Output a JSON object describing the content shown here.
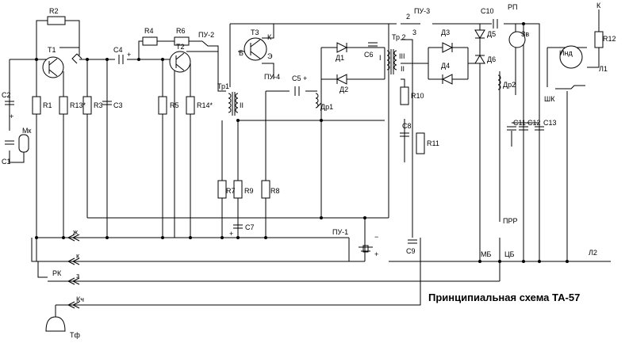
{
  "caption": "Принципиальная схема ТА-57",
  "labels": {
    "R2": "R2",
    "T1": "T1",
    "C2": "C2",
    "R1": "R1",
    "R13": "R13*",
    "R3": "R3",
    "C3": "C3",
    "Mk": "Мк",
    "C1": "C1",
    "C4": "C4",
    "R4": "R4",
    "R6": "R6",
    "T2": "T2",
    "R5": "R5",
    "R14": "R14*",
    "PU2": "ПУ-2",
    "Tr1": "Тр1",
    "Tr1_II": "II",
    "T3": "T3",
    "K": "К",
    "B": "Б",
    "E": "Э",
    "D1": "Д1",
    "D2": "Д2",
    "C6": "C6",
    "PU4": "ПУ-4",
    "C5": "C5",
    "Dr1": "Др1",
    "Tr2": "Тр 2",
    "Tr2_I": "I",
    "Tr2_II": "II",
    "Tr2_III": "III",
    "PU3": "ПУ-3",
    "n2": "2",
    "n3": "3",
    "R10": "R10",
    "C8": "C8",
    "R11": "R11",
    "D3": "Д3",
    "D4": "Д4",
    "C10": "C10",
    "D5": "Д5",
    "D6": "Д6",
    "RP": "РП",
    "Zv": "Зв",
    "Dr2": "Др2",
    "C11": "C11",
    "C12": "C12",
    "C13": "C13",
    "Ind": "Инд",
    "ShK": "ШК",
    "K_top": "К",
    "R12": "R12",
    "L1": "Л1",
    "L2": "Л2",
    "R7": "R7",
    "R9": "R9",
    "R8": "R8",
    "C7": "C7",
    "PU1": "ПУ-1",
    "C9": "C9",
    "MB": "МБ",
    "CB": "ЦБ",
    "PRR": "ПРР",
    "RK": "РК",
    "Tf": "Тф",
    "zh": "ж",
    "k": "к",
    "z": "з",
    "Kch": "Кч",
    "plus": "+",
    "minus": "−"
  }
}
